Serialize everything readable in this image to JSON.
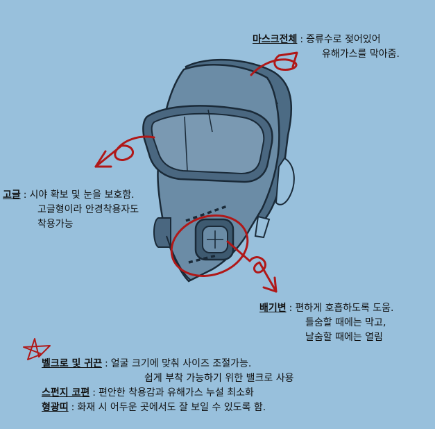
{
  "colors": {
    "background": "#98c0dc",
    "mask_fill": "#6b8ca6",
    "mask_dark": "#3e5a70",
    "annotation_red": "#b01818"
  },
  "mask_body": {
    "title": "마스크전체",
    "lines": [
      "증류수로 젖어있어",
      "유해가스를 막아줌."
    ]
  },
  "goggle": {
    "title": "고글",
    "lines": [
      "시야 확보 및 눈을 보호함.",
      "고글형이라 안경착용자도",
      "착용가능"
    ]
  },
  "valve": {
    "title": "배기변",
    "lines": [
      "편하게 호흡하도록 도움.",
      "들숨할 때에는 막고,",
      "날숨할 때에는 열림"
    ]
  },
  "notes": [
    {
      "title": "벨크로 및 귀끈",
      "lines": [
        "얼굴 크기에 맞춰 사이즈 조절가능.",
        "쉽게 부착 가능하기 위한 밸크로 사용"
      ]
    },
    {
      "title": "스펀지 코편",
      "lines": [
        "편안한 착용감과 유해가스 누설 최소화"
      ]
    },
    {
      "title": "형광띠",
      "lines": [
        "화재 시 어두운 곳에서도 잘 보일 수 있도록 함."
      ]
    }
  ]
}
